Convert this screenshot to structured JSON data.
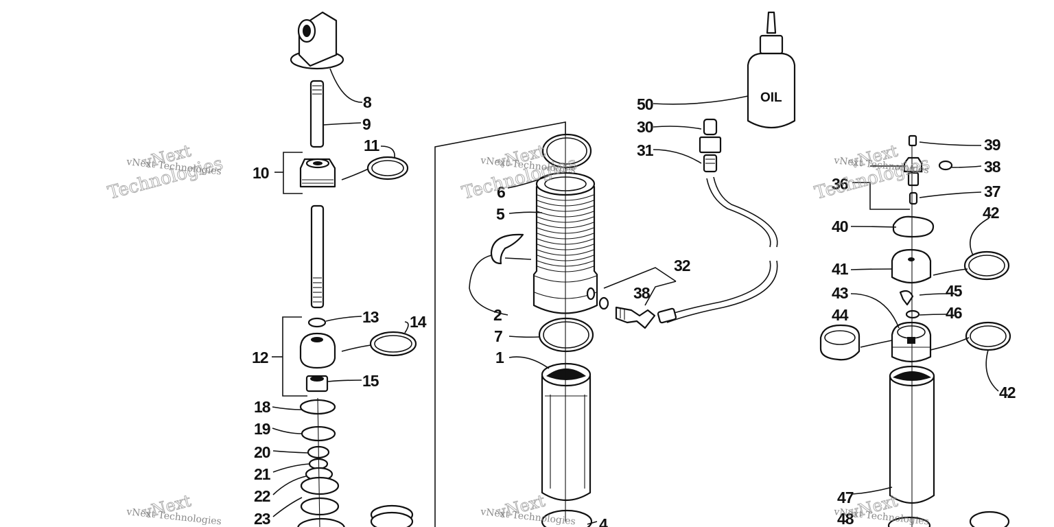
{
  "diagram": {
    "oil_bottle_text": "OIL",
    "labels": [
      "1",
      "2",
      "4",
      "5",
      "6",
      "7",
      "8",
      "9",
      "10",
      "11",
      "12",
      "13",
      "14",
      "15",
      "18",
      "19",
      "20",
      "21",
      "22",
      "23",
      "30",
      "31",
      "32",
      "36",
      "37",
      "38",
      "38",
      "39",
      "40",
      "41",
      "42",
      "42",
      "43",
      "44",
      "45",
      "46",
      "47",
      "48",
      "50"
    ],
    "watermark": {
      "line1": "vNext",
      "line2": "Technologies",
      "small": "vNext Technologies"
    }
  }
}
